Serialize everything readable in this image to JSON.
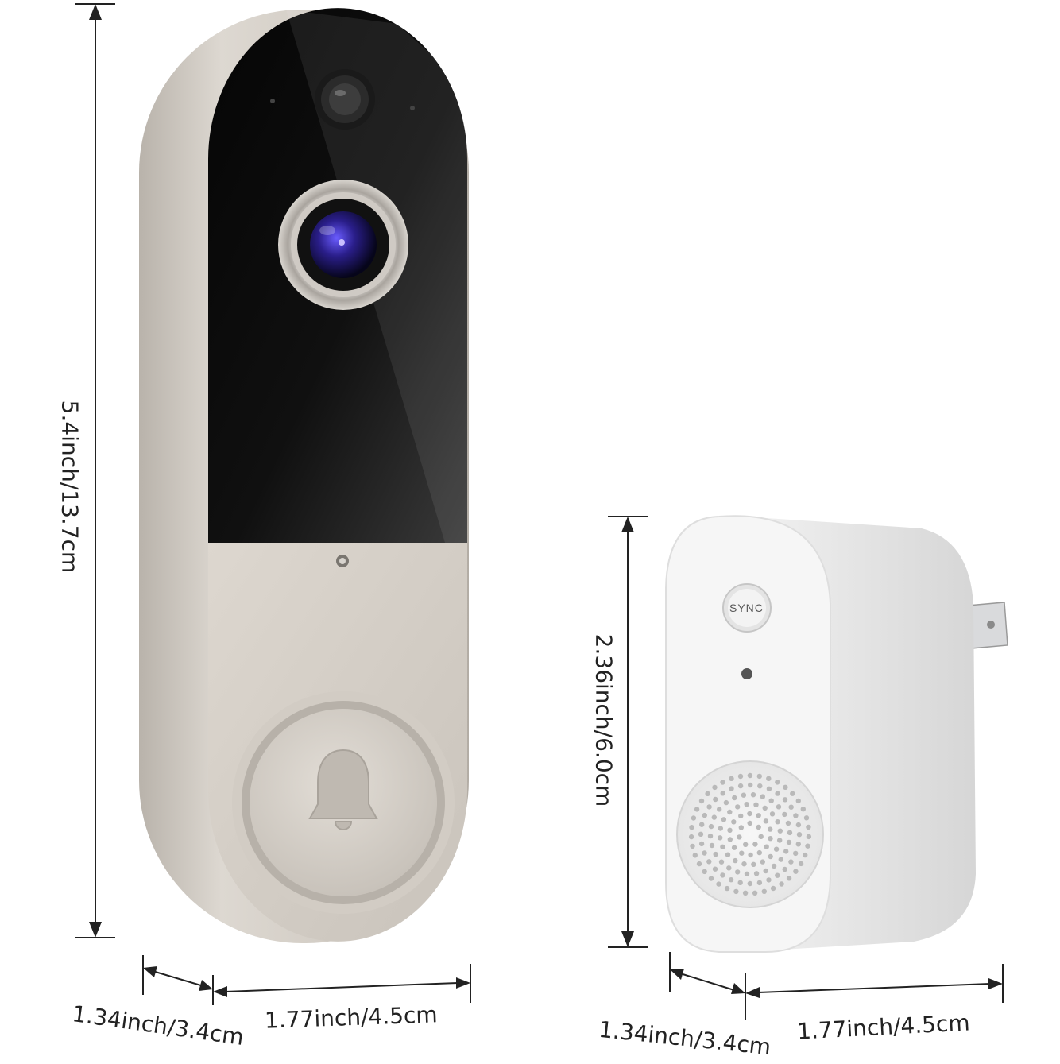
{
  "doorbell": {
    "height_label": "5.4inch/13.7cm",
    "depth_label": "1.34inch/3.4cm",
    "width_label": "1.77inch/4.5cm",
    "frame_color": "#cfc9c1",
    "face_color": "#0c0c0c"
  },
  "chime": {
    "height_label": "2.36inch/6.0cm",
    "depth_label": "1.34inch/3.4cm",
    "width_label": "1.77inch/4.5cm",
    "sync_button_label": "SYNC",
    "body_color": "#eeeeee"
  }
}
